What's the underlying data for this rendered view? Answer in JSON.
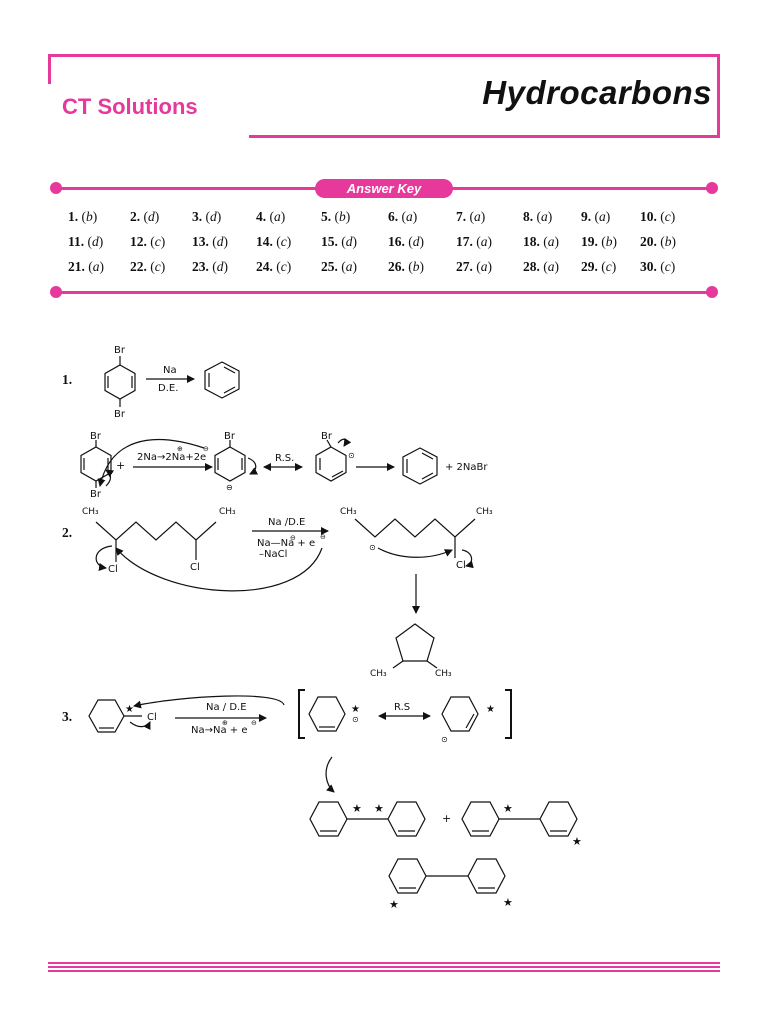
{
  "header": {
    "section_label": "CT Solutions",
    "chapter_title": "Hydrocarbons"
  },
  "answer_key": {
    "title": "Answer Key",
    "rows": [
      [
        [
          "1.",
          "b"
        ],
        [
          "2.",
          "d"
        ],
        [
          "3.",
          "d"
        ],
        [
          "4.",
          "a"
        ],
        [
          "5.",
          "b"
        ],
        [
          "6.",
          "a"
        ],
        [
          "7.",
          "a"
        ],
        [
          "8.",
          "a"
        ],
        [
          "9.",
          "a"
        ],
        [
          "10.",
          "c"
        ]
      ],
      [
        [
          "11.",
          "d"
        ],
        [
          "12.",
          "c"
        ],
        [
          "13.",
          "d"
        ],
        [
          "14.",
          "c"
        ],
        [
          "15.",
          "d"
        ],
        [
          "16.",
          "d"
        ],
        [
          "17.",
          "a"
        ],
        [
          "18.",
          "a"
        ],
        [
          "19.",
          "b"
        ],
        [
          "20.",
          "b"
        ]
      ],
      [
        [
          "21.",
          "a"
        ],
        [
          "22.",
          "c"
        ],
        [
          "23.",
          "d"
        ],
        [
          "24.",
          "c"
        ],
        [
          "25.",
          "a"
        ],
        [
          "26.",
          "b"
        ],
        [
          "27.",
          "a"
        ],
        [
          "28.",
          "a"
        ],
        [
          "29.",
          "c"
        ],
        [
          "30.",
          "c"
        ]
      ]
    ]
  },
  "solutions": {
    "q1": {
      "number": "1.",
      "reagent_top": "Na",
      "reagent_bottom": "D.E.",
      "substituent": "Br",
      "step_reagent": "2Na→2Na+2e",
      "charge_plus": "⊕",
      "charge_minus": "⊖",
      "radical": "⊙",
      "resonance_label": "R.S.",
      "byproduct": "+ 2NaBr",
      "plus": "+"
    },
    "q2": {
      "number": "2.",
      "methyl": "CH₃",
      "chloro": "Cl",
      "reagent_top": "Na /D.E",
      "reagent_line2": "Na—Na + e",
      "reagent_line3": "–NaCl",
      "charge_plus": "⊕",
      "charge_minus": "⊖",
      "radical": "⊙"
    },
    "q3": {
      "number": "3.",
      "chloro": "Cl",
      "star": "★",
      "reagent_top": "Na / D.E",
      "reagent_bottom": "Na→Na + e",
      "charge_plus": "⊕",
      "charge_minus": "⊖",
      "radical": "⊙",
      "resonance_label": "R.S",
      "plus": "+"
    }
  }
}
